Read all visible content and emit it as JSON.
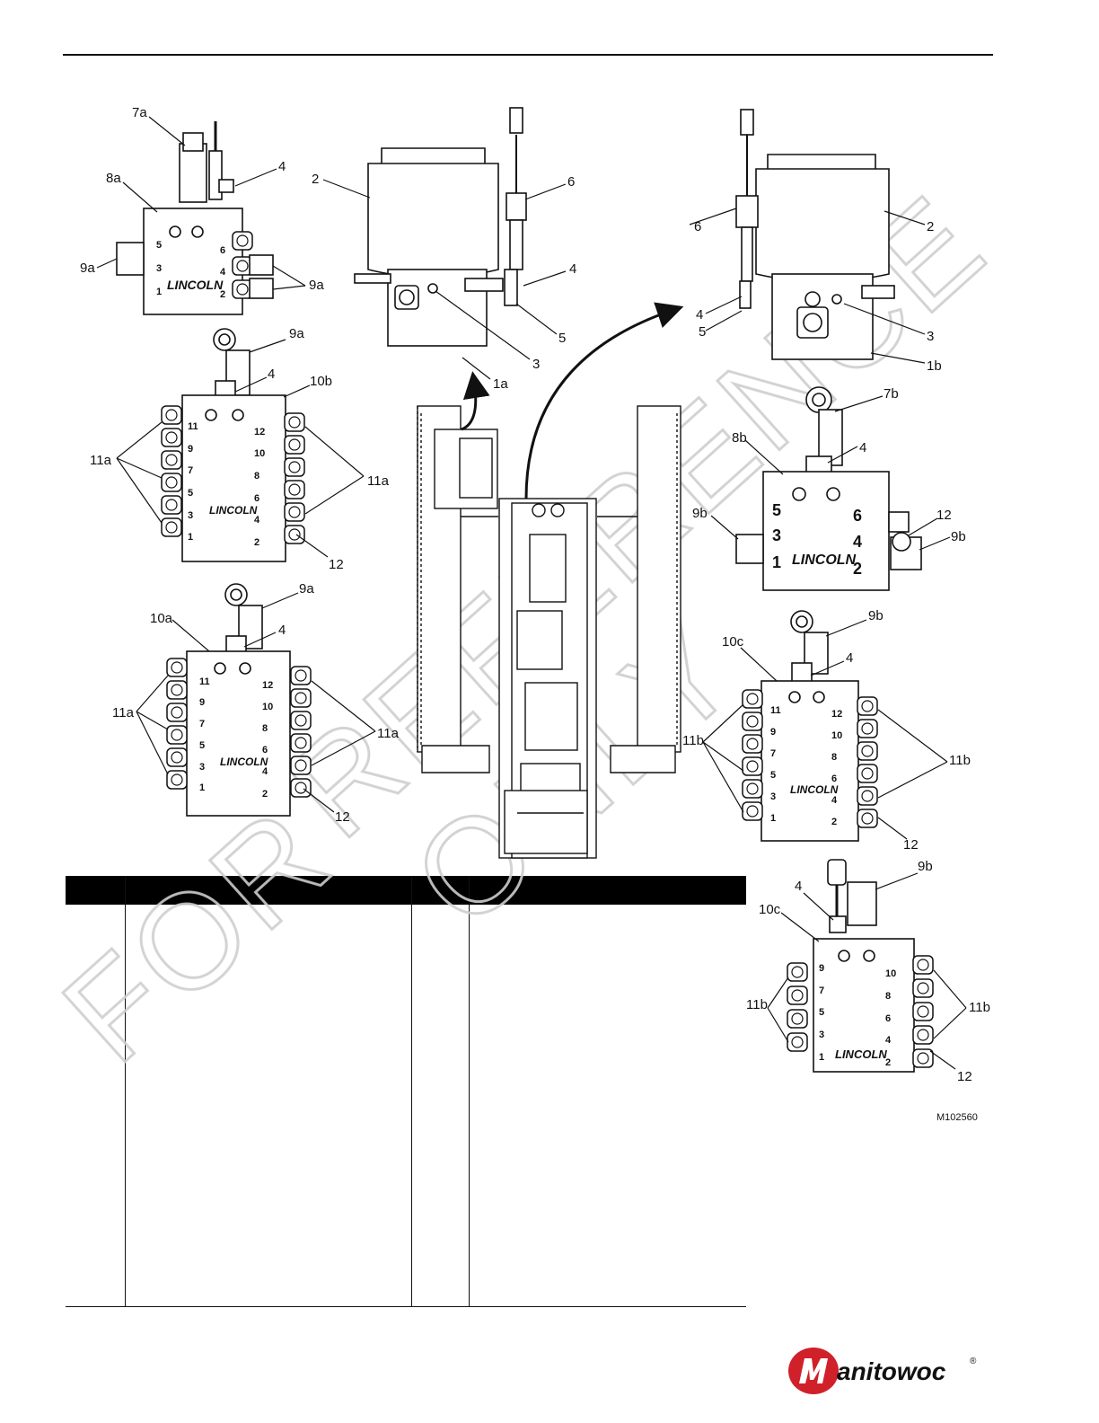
{
  "figure_number": "M102560",
  "watermark": [
    "FOR",
    "REFERENCE",
    "ONLY"
  ],
  "callouts": {
    "c7a": "7a",
    "c8a": "8a",
    "c4": "4",
    "c9a": "9a",
    "c2": "2",
    "c6": "6",
    "c5": "5",
    "c3": "3",
    "c1a": "1a",
    "c1b": "1b",
    "c10a": "10a",
    "c10b": "10b",
    "c11a": "11a",
    "c12": "12",
    "c7b": "7b",
    "c8b": "8b",
    "c9b": "9b",
    "c10c": "10c",
    "c11b": "11b"
  },
  "block_brand": "LINCOLN",
  "ports": {
    "p1": "1",
    "p2": "2",
    "p3": "3",
    "p4": "4",
    "p5": "5",
    "p6": "6",
    "p7": "7",
    "p8": "8",
    "p9": "9",
    "p10": "10",
    "p11": "11",
    "p12": "12"
  },
  "logo_text": "Manitowoc",
  "logo_registered": "®"
}
